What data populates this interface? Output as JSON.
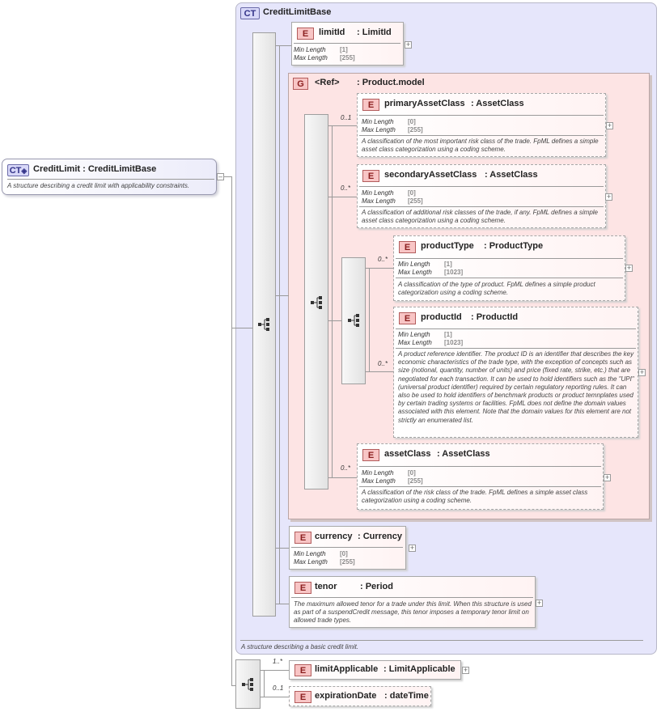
{
  "root": {
    "badge": "CT",
    "title": "CreditLimit : CreditLimitBase",
    "desc": "A structure describing a credit limit with applicability constraints."
  },
  "base": {
    "badge": "CT",
    "title": "CreditLimitBase",
    "desc": "A structure describing a basic credit limit."
  },
  "group": {
    "badge": "G",
    "ref": "<Ref>",
    "type": ": Product.model"
  },
  "labels": {
    "min_length": "Min Length",
    "max_length": "Max Length",
    "plus": "+"
  },
  "elements": {
    "limitId": {
      "badge": "E",
      "name": "limitId",
      "type": ": LimitId",
      "min": "[1]",
      "max": "[255]"
    },
    "primaryAssetClass": {
      "badge": "E",
      "name": "primaryAssetClass",
      "type": ": AssetClass",
      "card": "0..1",
      "min": "[0]",
      "max": "[255]",
      "desc": "A classification of the most important risk class of the trade. FpML defines a simple asset class categorization using a coding scheme."
    },
    "secondaryAssetClass": {
      "badge": "E",
      "name": "secondaryAssetClass",
      "type": ": AssetClass",
      "card": "0..*",
      "min": "[0]",
      "max": "[255]",
      "desc": "A classification of additional risk classes of the trade, if any. FpML defines a simple asset class categorization using a coding scheme."
    },
    "productType": {
      "badge": "E",
      "name": "productType",
      "type": ": ProductType",
      "card": "0..*",
      "min": "[1]",
      "max": "[1023]",
      "desc": "A classification of the type of product. FpML defines a simple product categorization using a coding scheme."
    },
    "productId": {
      "badge": "E",
      "name": "productId",
      "type": ": ProductId",
      "card": "0..*",
      "min": "[1]",
      "max": "[1023]",
      "desc": "A product reference identifier. The product ID is an identifier that describes the key economic characteristics of the trade type, with the exception of concepts such as size (notional, quantity, number of units) and price (fixed rate, strike, etc.) that are negotiated for each transaction. It can be used to hold identifiers such as the \"UPI\" (universal product identifier) required by certain regulatory reporting rules. It can also be used to hold identifiers of benchmark products or product temnplates used by certain trading systems or facilities. FpML does not define the domain values associated with this element. Note that the domain values for this element are not strictly an enumerated list."
    },
    "assetClass": {
      "badge": "E",
      "name": "assetClass",
      "type": ": AssetClass",
      "card": "0..*",
      "min": "[0]",
      "max": "[255]",
      "desc": "A classification of the risk class of the trade. FpML defines a simple asset class categorization using a coding scheme."
    },
    "currency": {
      "badge": "E",
      "name": "currency",
      "type": ": Currency",
      "min": "[0]",
      "max": "[255]"
    },
    "tenor": {
      "badge": "E",
      "name": "tenor",
      "type": ": Period",
      "desc": "The maximum allowed tenor for a trade under this limit. When this structure is used as part of a suspendCredit message, this tenor imposes a temporary tenor limit on allowed trade types."
    },
    "limitApplicable": {
      "badge": "E",
      "name": "limitApplicable",
      "type": ": LimitApplicable",
      "card": "1..*"
    },
    "expirationDate": {
      "badge": "E",
      "name": "expirationDate",
      "type": ": dateTime",
      "card": "0..1"
    }
  }
}
